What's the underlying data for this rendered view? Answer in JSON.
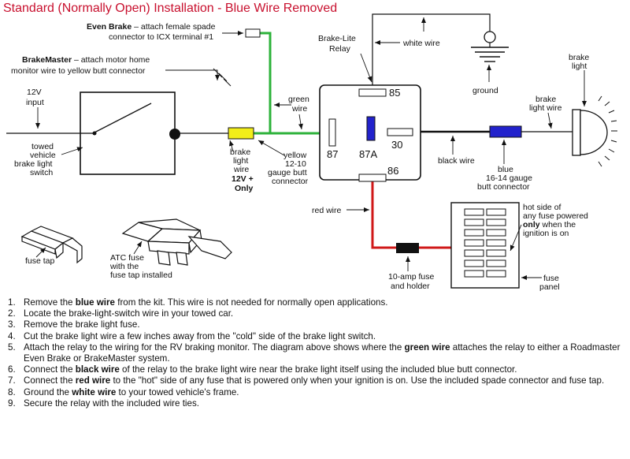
{
  "title": "Standard (Normally Open) Installation - Blue Wire Removed",
  "labels": {
    "even_brake_bold": "Even Brake",
    "even_brake_1": " – attach female spade",
    "even_brake_2": "connector to ICX terminal #1",
    "brakemaster_bold": "BrakeMaster",
    "brakemaster_1": " – attach motor home",
    "brakemaster_2": "monitor wire to yellow butt connector",
    "input_12v_1": "12V",
    "input_12v_2": "input",
    "towed_1": "towed",
    "towed_2": "vehicle",
    "towed_3": "brake light",
    "towed_4": "switch",
    "relay_1": "Brake-Lite",
    "relay_2": "Relay",
    "white_wire": "white wire",
    "ground": "ground",
    "green_wire_1": "green",
    "green_wire_2": "wire",
    "brake_light_wire_1": "brake",
    "brake_light_wire_2": "light",
    "brake_light_wire_3": "wire",
    "brake_light_wire_4": "12V +",
    "brake_light_wire_5": "Only",
    "yellow_1": "yellow",
    "yellow_2": "12-10",
    "yellow_3": "gauge butt",
    "yellow_4": "connector",
    "pin85": "85",
    "pin87": "87",
    "pin87a": "87A",
    "pin30": "30",
    "pin86": "86",
    "black_wire": "black wire",
    "blue_1": "blue",
    "blue_2": "16-14 gauge",
    "blue_3": "butt connector",
    "brake_light_1": "brake",
    "brake_light_2": "light",
    "brake_light_wire_right_1": "brake",
    "brake_light_wire_right_2": "light wire",
    "red_wire": "red wire",
    "hot_1": "hot side of",
    "hot_2": "any fuse powered",
    "hot_3_bold": "only",
    "hot_3": " when the",
    "hot_4": "ignition is on",
    "fuse_tap": "fuse tap",
    "atc_1": "ATC fuse",
    "atc_2": "with the",
    "atc_3": "fuse tap installed",
    "fuse_holder_1": "10-amp fuse",
    "fuse_holder_2": "and holder",
    "fuse_panel_1": "fuse",
    "fuse_panel_2": "panel"
  },
  "steps": [
    {
      "num": "1.",
      "parts": [
        {
          "t": "Remove the "
        },
        {
          "t": "blue wire",
          "b": true
        },
        {
          "t": " from the kit. This wire is not needed for normally open applications."
        }
      ]
    },
    {
      "num": "2.",
      "parts": [
        {
          "t": "Locate the brake-light-switch wire in your towed car."
        }
      ]
    },
    {
      "num": "3.",
      "parts": [
        {
          "t": "Remove the brake light fuse."
        }
      ]
    },
    {
      "num": "4.",
      "parts": [
        {
          "t": "Cut the brake light wire a few inches away from the \"cold\" side of the brake light switch."
        }
      ]
    },
    {
      "num": "5.",
      "parts": [
        {
          "t": "Attach the relay to the wiring for the RV braking monitor. The diagram above shows where the "
        },
        {
          "t": "green wire",
          "b": true
        },
        {
          "t": " attaches the relay to either a Roadmaster Even Brake or BrakeMaster system."
        }
      ]
    },
    {
      "num": "6.",
      "parts": [
        {
          "t": "Connect the "
        },
        {
          "t": "black wire",
          "b": true
        },
        {
          "t": " of the relay to the brake light wire near the brake light itself using the included blue butt connector."
        }
      ]
    },
    {
      "num": "7.",
      "parts": [
        {
          "t": "Connect the "
        },
        {
          "t": "red wire",
          "b": true
        },
        {
          "t": " to the \"hot\" side of any fuse that is powered only when your ignition is on. Use the included spade connector and fuse tap."
        }
      ]
    },
    {
      "num": "8.",
      "parts": [
        {
          "t": "Ground the "
        },
        {
          "t": "white wire",
          "b": true
        },
        {
          "t": " to your towed vehicle's frame."
        }
      ]
    },
    {
      "num": "9.",
      "parts": [
        {
          "t": "Secure the relay with the included wire ties."
        }
      ]
    }
  ],
  "colors": {
    "title": "#c8102e",
    "green_wire": "#2db23a",
    "red_wire": "#d01818",
    "blue_connector": "#2222cc",
    "yellow_connector": "#f2ee1a",
    "black_wire": "#111111"
  },
  "icons": [
    "relay-box",
    "brake-light-bulb",
    "ground-symbol",
    "fuse-tap",
    "atc-fuse",
    "fuse-panel",
    "switch"
  ]
}
